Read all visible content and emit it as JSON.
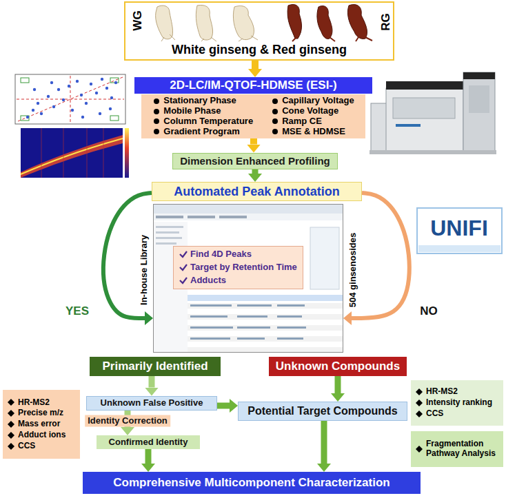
{
  "diagram": {
    "nodes": [
      {
        "text": [
          "White ginseng & Red ginseng"
        ]
      },
      {
        "text": [
          "2D-LC/IM-QTOF-HDMSE (ESI-)"
        ]
      },
      {
        "text": [
          "Stationary Phase",
          "Mobile Phase",
          "Column Temperature",
          "Gradient Program",
          "Capillary Voltage",
          "Cone Voltage",
          "Ramp CE",
          "MSE & HDMSE"
        ]
      },
      {
        "text": [
          "Dimension Enhanced Profiling"
        ]
      },
      {
        "text": [
          "Automated Peak Annotation"
        ]
      },
      {
        "text": [
          "Find 4D Peaks",
          "Target by Retention Time",
          "Adducts"
        ]
      },
      {
        "text": [
          "Primarily Identified"
        ]
      },
      {
        "text": [
          "Unknown Compounds"
        ]
      },
      {
        "text": [
          "HR-MS2",
          "Precise m/z",
          "Mass error",
          "Adduct ions",
          "CCS"
        ]
      },
      {
        "text": [
          "Unknown False Positive"
        ]
      },
      {
        "text": [
          "HR-MS2",
          "Intensity ranking",
          "CCS"
        ]
      },
      {
        "text": [
          "Potential Target Compounds"
        ]
      },
      {
        "text": [
          "Confirmed Identity"
        ]
      },
      {
        "text": [
          "Fragmentation Pathway Analysis"
        ]
      },
      {
        "text": [
          "Comprehensive Multicomponent Characterization"
        ]
      }
    ],
    "edges": [
      {
        "from": 0,
        "to": 1,
        "arrow": "to"
      },
      {
        "from": 2,
        "to": 3,
        "arrow": "to"
      },
      {
        "from": 3,
        "to": 4,
        "arrow": "to"
      },
      {
        "from": 4,
        "to": 5,
        "label": "YES",
        "arrow": "to"
      },
      {
        "from": 4,
        "to": 5,
        "label": "NO",
        "arrow": "to"
      },
      {
        "from": 6,
        "to": 9,
        "arrow": "to"
      },
      {
        "from": 9,
        "to": 12,
        "label": "Identity Correction",
        "arrow": "to"
      },
      {
        "from": 9,
        "to": 11,
        "arrow": "to"
      },
      {
        "from": 7,
        "to": 11,
        "arrow": "to"
      },
      {
        "from": 12,
        "to": 14,
        "arrow": "to"
      },
      {
        "from": 11,
        "to": 14,
        "arrow": "to"
      }
    ],
    "labels": [
      "WG",
      "RG",
      "UNIFI",
      "In-house Library",
      "504 ginsenosides"
    ]
  }
}
